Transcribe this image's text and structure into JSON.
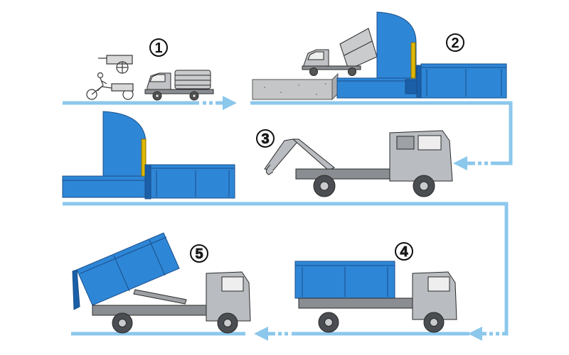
{
  "diagram": {
    "colors": {
      "flow_arrow": "#8cc7ec",
      "container_blue": "#2e86d6",
      "container_dark": "#1a5fa8",
      "truck_grey": "#b9bcc0",
      "truck_dark": "#6b6f74",
      "concrete": "#c4c6c8",
      "outline": "#2a2a2a"
    },
    "steps": [
      {
        "label": "1"
      },
      {
        "label": "2"
      },
      {
        "label": "3"
      },
      {
        "label": "4"
      },
      {
        "label": "5"
      }
    ],
    "flow": [
      "1",
      "2",
      "3",
      "4",
      "5"
    ]
  }
}
